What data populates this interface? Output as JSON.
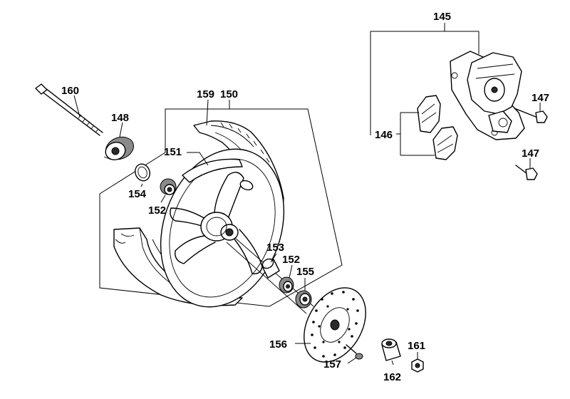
{
  "diagram": {
    "labels": {
      "l145": "145",
      "l147a": "147",
      "l147b": "147",
      "l146": "146",
      "l160": "160",
      "l148": "148",
      "l159": "159",
      "l150": "150",
      "l151": "151",
      "l154": "154",
      "l152a": "152",
      "l153": "153",
      "l152b": "152",
      "l155": "155",
      "l156": "156",
      "l157": "157",
      "l161": "161",
      "l162": "162"
    }
  }
}
